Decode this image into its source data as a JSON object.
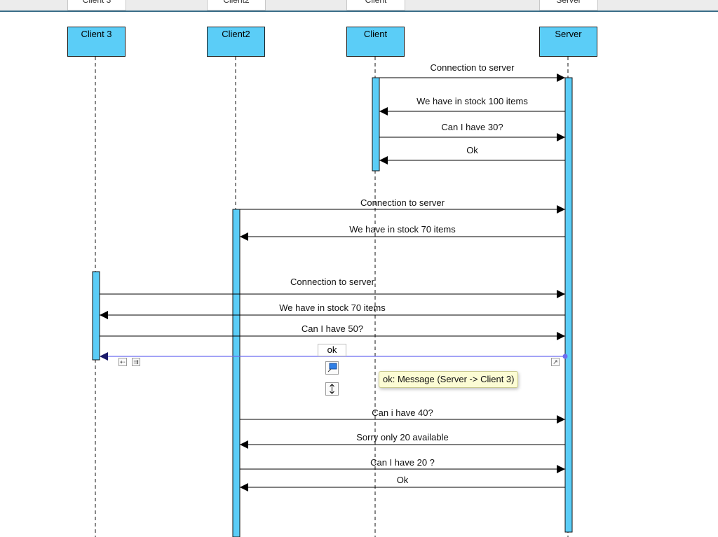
{
  "participants": [
    {
      "name": "Client 3"
    },
    {
      "name": "Client2"
    },
    {
      "name": "Client"
    },
    {
      "name": "Server"
    }
  ],
  "messages": [
    {
      "label": "Connection to server",
      "from": 2,
      "to": 3
    },
    {
      "label": "We have in stock 100 items",
      "from": 3,
      "to": 2
    },
    {
      "label": "Can I have 30?",
      "from": 2,
      "to": 3
    },
    {
      "label": "Ok",
      "from": 3,
      "to": 2
    },
    {
      "label": "Connection to server",
      "from": 1,
      "to": 3
    },
    {
      "label": "We have in stock 70 items",
      "from": 3,
      "to": 1
    },
    {
      "label": "Connection to server",
      "from": 0,
      "to": 3
    },
    {
      "label": "We have in stock 70 items",
      "from": 3,
      "to": 0
    },
    {
      "label": "Can I have 50?",
      "from": 0,
      "to": 3
    },
    {
      "label": "ok",
      "from": 3,
      "to": 0,
      "selected": true
    },
    {
      "label": "Can i have 40?",
      "from": 1,
      "to": 3
    },
    {
      "label": "Sorry only 20 available",
      "from": 3,
      "to": 1
    },
    {
      "label": "Can I have 20 ?",
      "from": 1,
      "to": 3
    },
    {
      "label": "Ok",
      "from": 3,
      "to": 1
    }
  ],
  "editor": {
    "edit_value": "ok",
    "tooltip": "ok: Message (Server -> Client 3)"
  },
  "colors": {
    "participant_fill": "#5bcdf7",
    "activation_fill": "#5bcdf7",
    "selection": "#6c6cf0",
    "tooltip_bg": "#fcfcd4"
  }
}
